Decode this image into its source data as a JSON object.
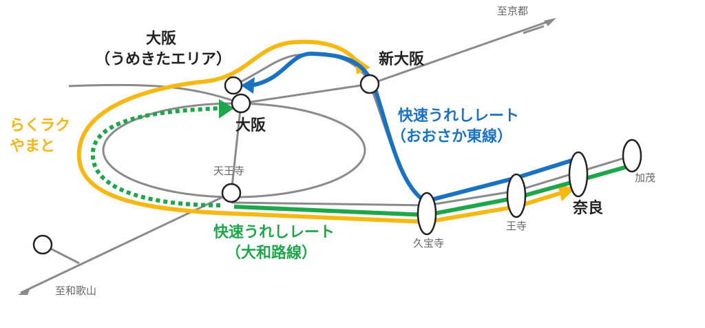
{
  "colors": {
    "rakuraku_yamato": "#f6b913",
    "kaisoku_osaka_higashi": "#1a72c0",
    "kaisoku_yamatoji": "#1fa64a",
    "existing_lines": "#8a8a8a"
  },
  "stations": {
    "osaka_umekita_name": "大阪",
    "osaka_umekita_sub": "（うめきたエリア）",
    "osaka": "大阪",
    "shin_osaka": "新大阪",
    "tennoji": "天王寺",
    "kyuhoji": "久宝寺",
    "oji": "王寺",
    "nara": "奈良",
    "kamo": "加茂"
  },
  "directions": {
    "kyoto": "至京都",
    "wakayama": "至和歌山"
  },
  "services": {
    "rakuraku": [
      "らくラク",
      "やまと"
    ],
    "osaka_higashi": [
      "快速うれしレート",
      "（おおさか東線）"
    ],
    "yamatoji": [
      "快速うれしレート",
      "（大和路線）"
    ]
  }
}
